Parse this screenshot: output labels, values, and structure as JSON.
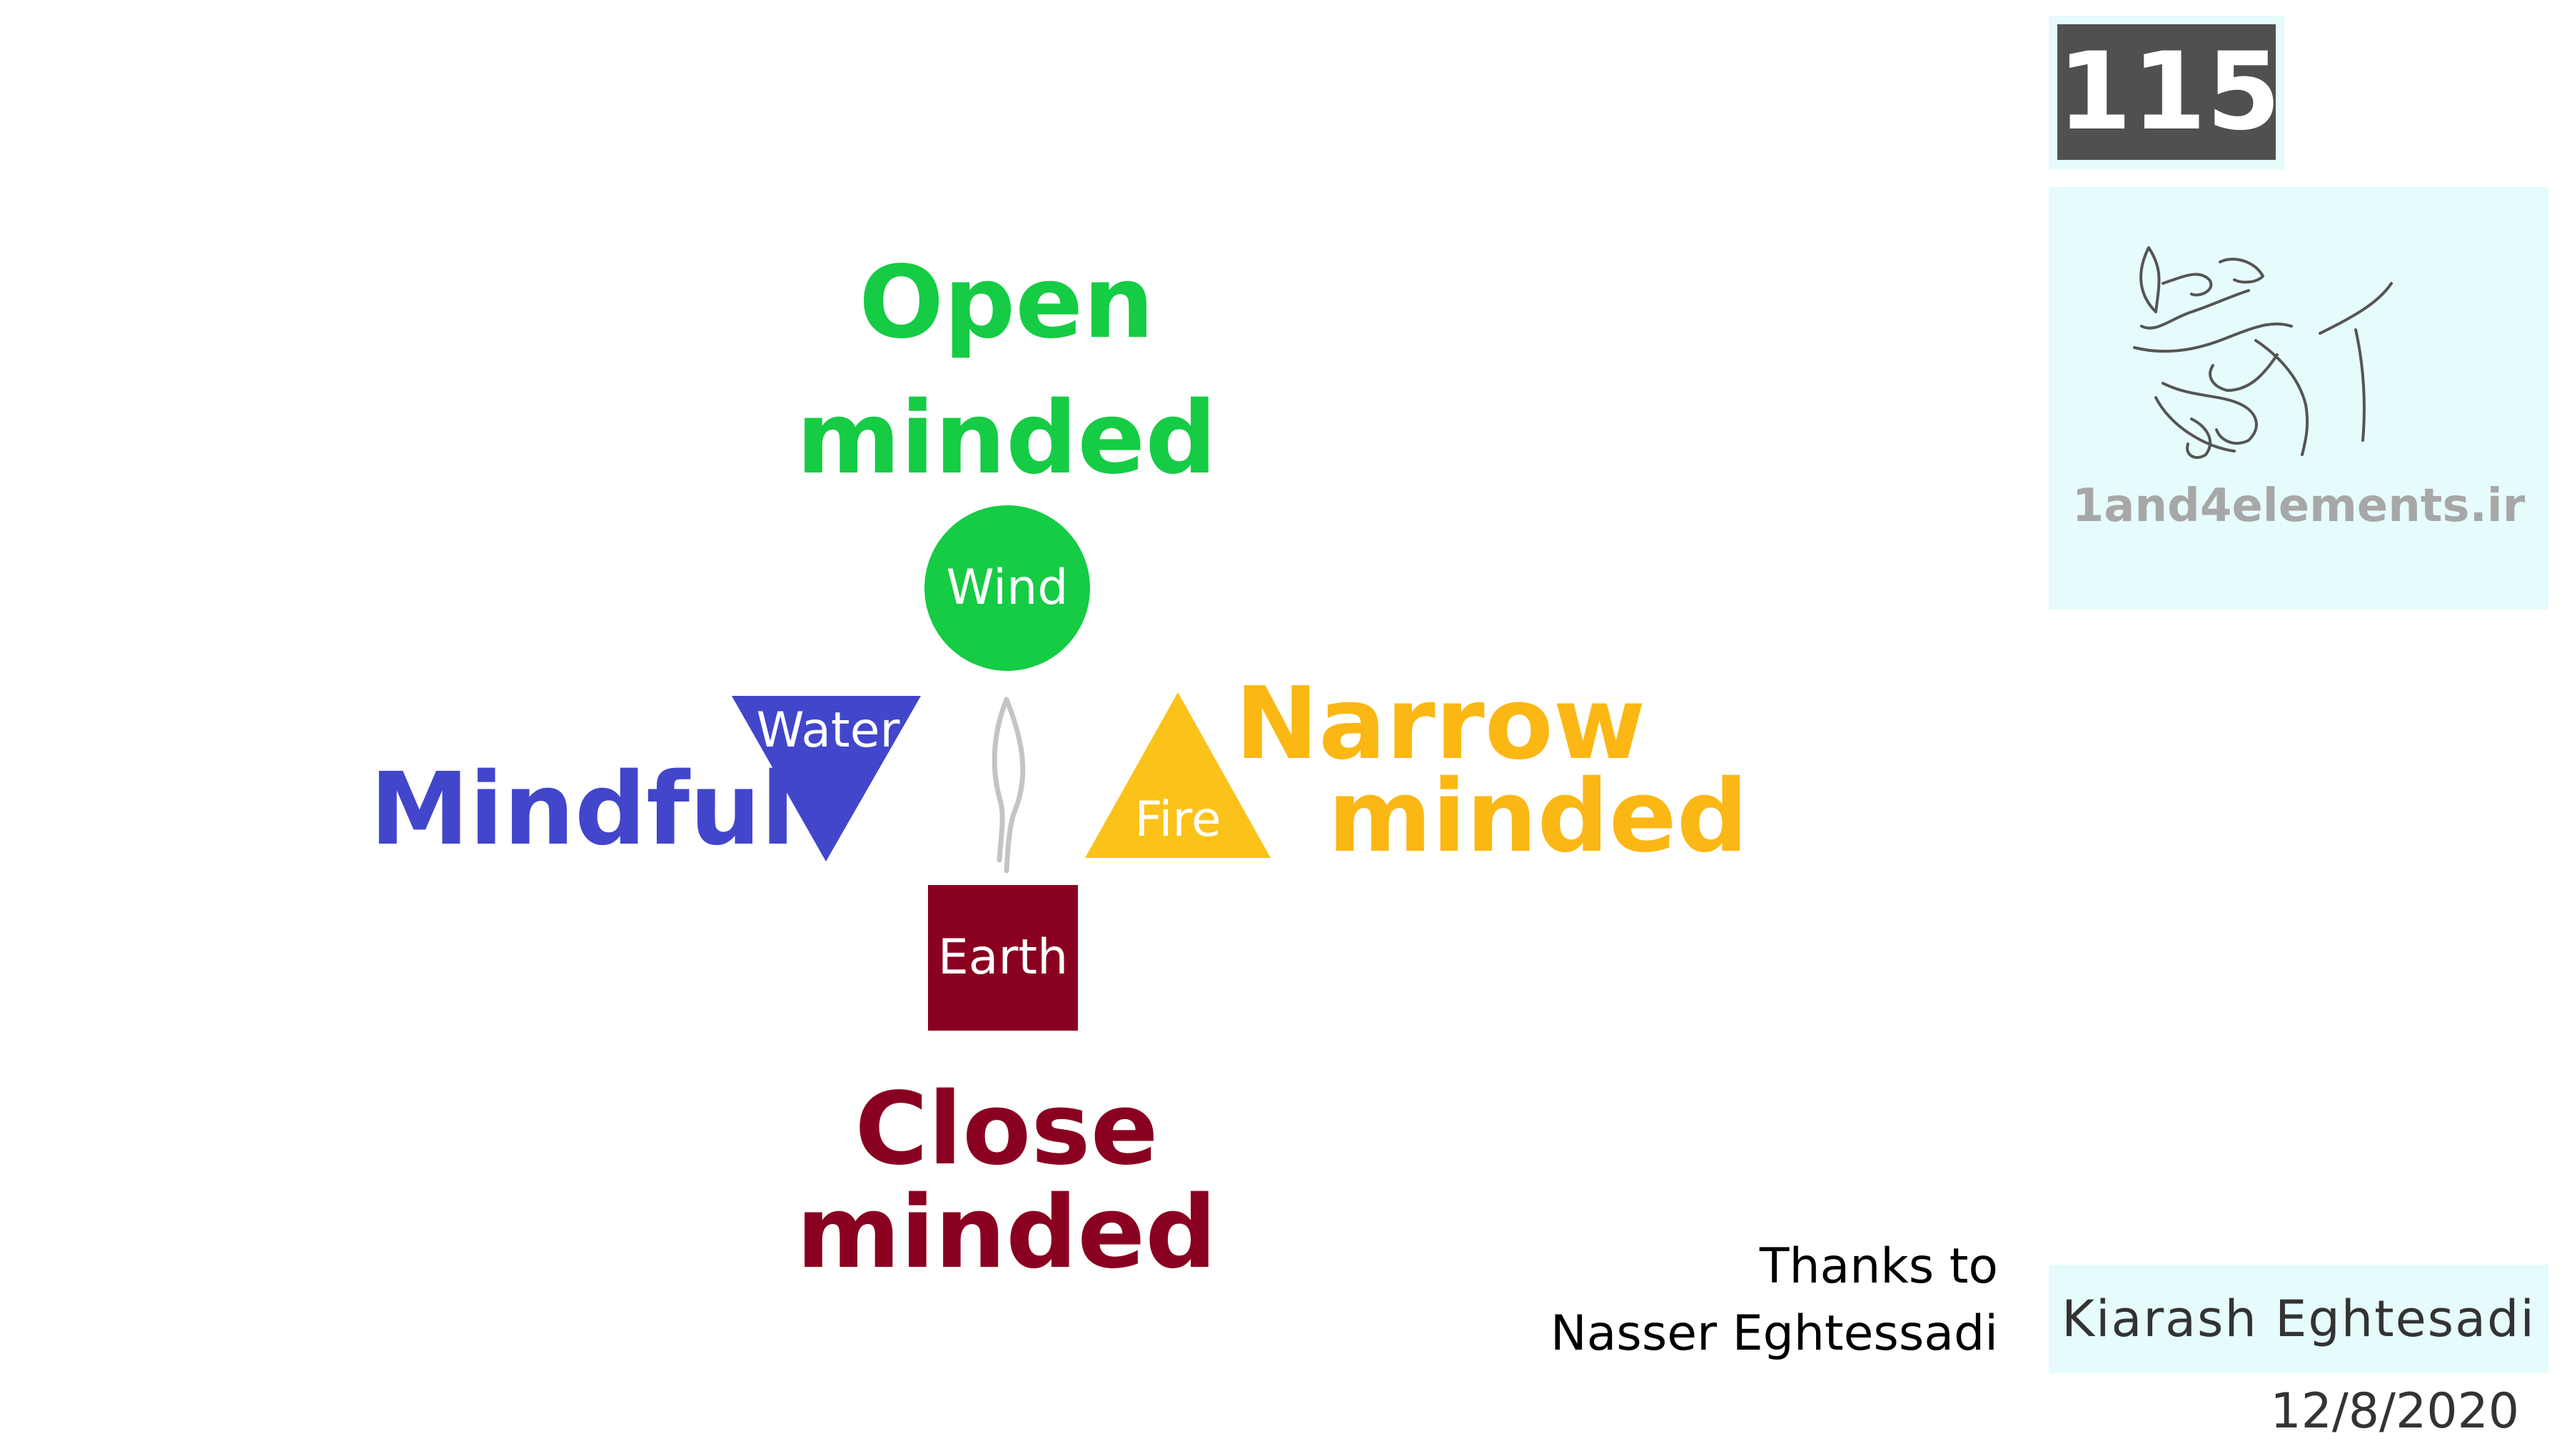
{
  "page_number": "115",
  "brand": {
    "logo": "calligraphy-logo",
    "website": "1and4elements.ir"
  },
  "author": "Kiarash Eghtesadi",
  "thanks": {
    "line1": "Thanks to",
    "line2": "Nasser Eghtessadi"
  },
  "date": "12/8/2020",
  "diagram": {
    "top_label": {
      "line1": "Open",
      "line2": "minded",
      "color": "#15cc44"
    },
    "left_label": {
      "text": "Mindful",
      "color": "#4146cb"
    },
    "right_label": {
      "line1": "Narrow",
      "line2": "minded",
      "color": "#fbb713"
    },
    "bottom_label": {
      "line1": "Close",
      "line2": "minded",
      "color": "#8a0021"
    },
    "elements": {
      "wind": {
        "label": "Wind",
        "shape": "circle",
        "color": "#15cc44"
      },
      "water": {
        "label": "Water",
        "shape": "inverted-triangle",
        "color": "#4146cb"
      },
      "fire": {
        "label": "Fire",
        "shape": "triangle",
        "color": "#fbc21a"
      },
      "earth": {
        "label": "Earth",
        "shape": "square",
        "color": "#8a0021"
      }
    },
    "center_icon": "flame-outline-icon"
  }
}
